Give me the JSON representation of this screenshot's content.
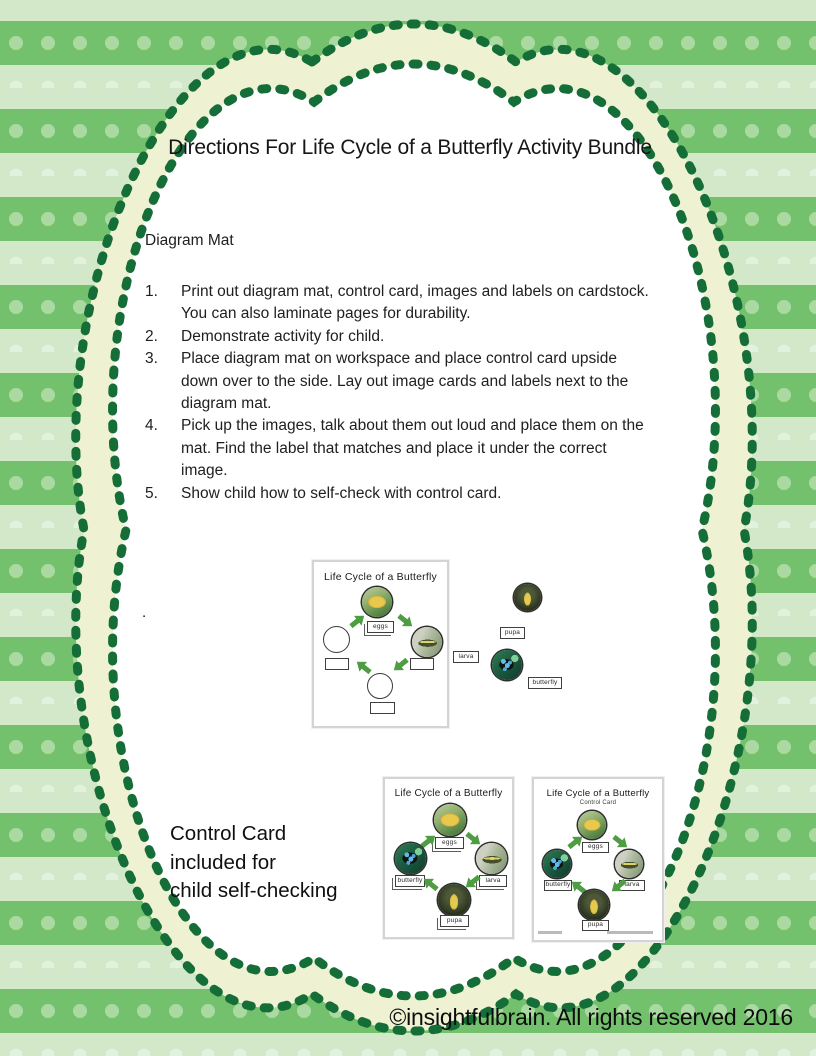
{
  "page": {
    "title": "Directions For Life Cycle of a Butterfly Activity Bundle",
    "section_heading": "Diagram Mat",
    "steps": [
      "Print out diagram mat, control card, images and labels on cardstock. You can also laminate pages for durability.",
      "Demonstrate activity for child.",
      "Place diagram mat on workspace and place control card upside down over to the side. Lay out image cards and labels next to the diagram mat.",
      "Pick up the images, talk about them out loud and place them on the mat. Find the label that matches and place it under the correct image.",
      "Show child how to self-check with control card."
    ],
    "stray_mark": ".",
    "note_lines": [
      "Control Card",
      "included for",
      "child self-checking"
    ],
    "copyright": "©insightfulbrain. All rights reserved 2016"
  },
  "cards": {
    "mat_title": "Life Cycle of a Butterfly",
    "control_subtitle": "Control Card",
    "labels": {
      "eggs": "eggs",
      "larva": "larva",
      "pupa": "pupa",
      "butterfly": "butterfly"
    }
  },
  "colors": {
    "stripe_light": "#d2e8c8",
    "stripe_medium": "#74c16d",
    "dot_on_medium": "#abd9a2",
    "dot_on_light": "#e4f1dc",
    "frame_band_cream": "#eef2d3",
    "frame_dot_green": "#156d38",
    "arrow_green": "#4f9d42",
    "text": "#1f1f1f"
  }
}
